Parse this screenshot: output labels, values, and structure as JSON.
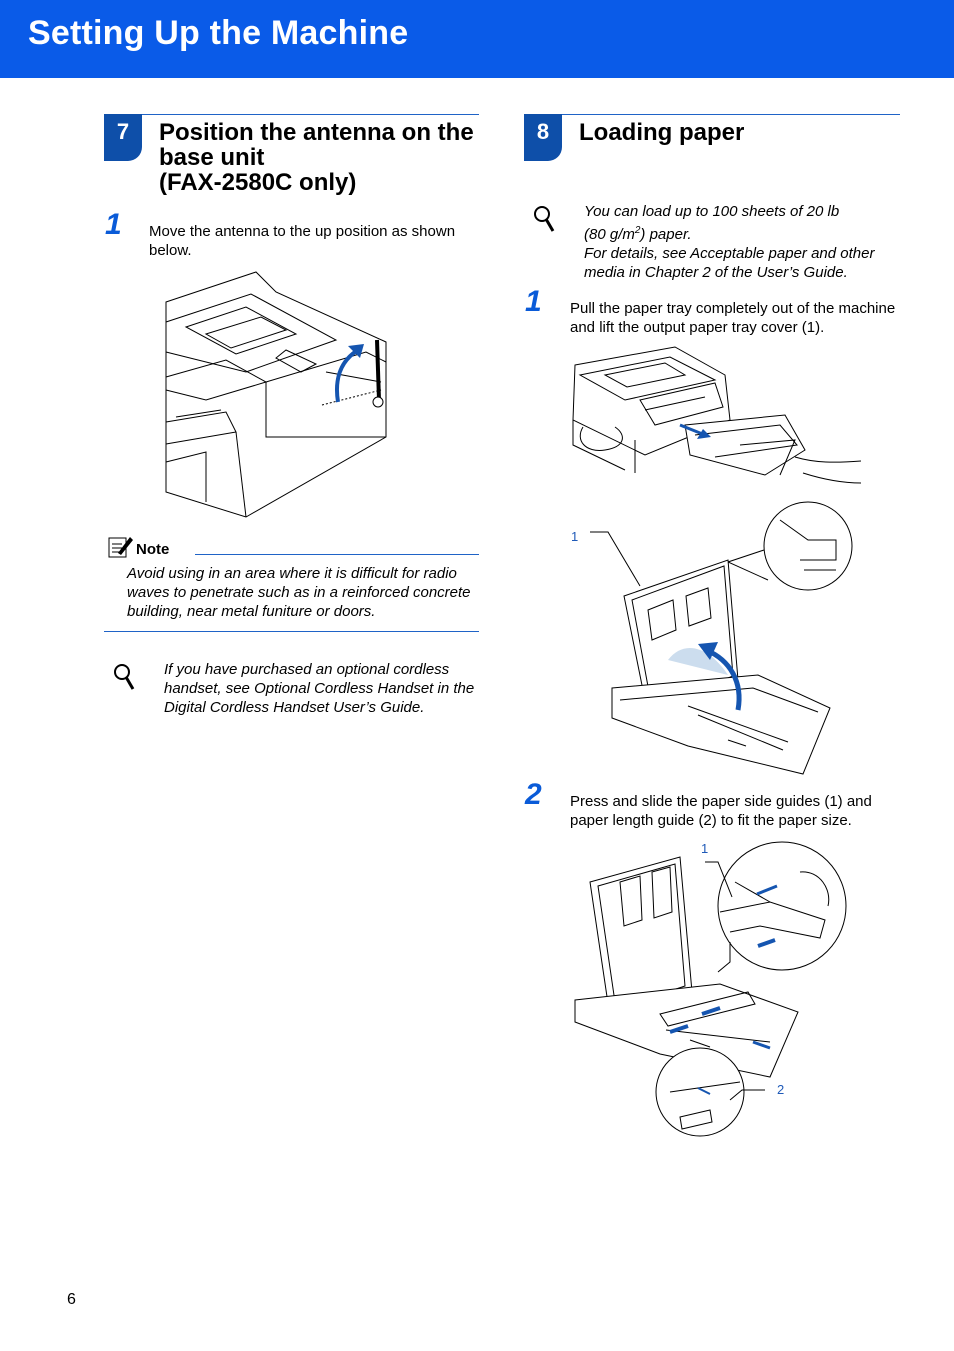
{
  "header": {
    "title": "Setting Up the Machine"
  },
  "left": {
    "step_number": "7",
    "title": "Position the antenna on the\nbase unit\n(FAX-2580C only)",
    "substeps": [
      {
        "number": "1",
        "text": "Move the antenna to the up position as shown below."
      }
    ],
    "note": {
      "label": "Note",
      "text": "Avoid using in an area where it is difficult for radio waves to penetrate such as in a reinforced concrete building, near metal funiture or doors."
    },
    "tip": {
      "icon": "magnifier-icon",
      "text": "If you have purchased an optional cordless handset, see Optional Cordless Handset in the Digital Cordless Handset User’s Guide."
    }
  },
  "right": {
    "step_number": "8",
    "title": "Loading paper",
    "tip": {
      "icon": "magnifier-icon",
      "line1": "You can load up to 100 sheets of 20 lb",
      "line2_pre": "(80 g/m",
      "line2_sup": "2",
      "line2_post": ") paper.",
      "line3": "For details, see Acceptable paper and other media in Chapter 2 of the User’s Guide."
    },
    "substeps": [
      {
        "number": "1",
        "text": "Pull the paper tray completely out of the machine and lift the output paper tray cover (1)."
      },
      {
        "number": "2",
        "text": "Press and slide the paper side guides (1) and paper length guide (2) to fit the paper size."
      }
    ],
    "callouts": {
      "fig1_label": "1",
      "fig2_label_1": "1",
      "fig2_label_2": "2"
    }
  },
  "footer": {
    "page_number": "6"
  },
  "colors": {
    "header_blue": "#0a5be8",
    "tab_blue": "#0e4fa9",
    "accent_blue": "#1f63c7"
  }
}
